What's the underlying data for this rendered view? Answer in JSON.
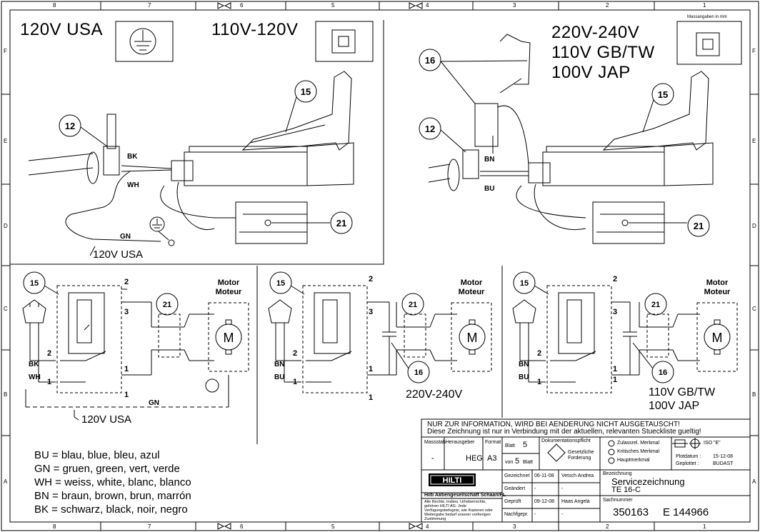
{
  "grid": {
    "columns": [
      "8",
      "7",
      "6",
      "5",
      "4",
      "3",
      "2",
      "1"
    ],
    "rows": [
      "F",
      "E",
      "D",
      "C",
      "B",
      "A"
    ]
  },
  "titles": {
    "top_left": "120V USA",
    "top_middle": "110V-120V",
    "top_right_lines": [
      "220V-240V",
      "110V GB/TW",
      "100V JAP"
    ],
    "dimension_note": "Massangaben in mm"
  },
  "callouts": {
    "switch": "15",
    "plug_clamp": "12",
    "brush_holder": "21",
    "suppressor": "16"
  },
  "wire_labels": {
    "bk": "BK",
    "wh": "WH",
    "gn": "GN",
    "bn": "BN",
    "bu": "BU"
  },
  "variant_labels": {
    "usa": "120V USA",
    "eu": "220V-240V",
    "gb_line1": "110V GB/TW",
    "gb_line2": "100V JAP"
  },
  "terminals": {
    "t2": "2",
    "t3": "3",
    "t1": "1"
  },
  "motor": {
    "label_line1": "Motor",
    "label_line2": "Moteur",
    "symbol": "M"
  },
  "legend": [
    "BU = blau, blue, bleu, azul",
    "GN = gruen, green, vert, verde",
    "WH = weiss, white, blanc, blanco",
    "BN = braun, brown, brun, marrón",
    "BK = schwarz, black, noir, negro"
  ],
  "title_block": {
    "notice_line1": "NUR ZUR INFORMATION, WIRD BEI AENDERUNG NICHT AUSGETAUSCHT!",
    "notice_line2": "Diese Zeichnung ist nur in Verbindung mit der aktuellen, relevanten Stueckliste gueltig!",
    "massstab_label": "Massstab",
    "massstab_value": "-",
    "herausgeber_label": "Herausgeber",
    "herausgeber_value": "HEG",
    "format_label": "Format",
    "format_value": "A3",
    "blatt_label": "Blatt",
    "blatt_value": "5",
    "von_label": "von",
    "von_value": "5",
    "blatt_suffix": "Blatt",
    "dok_label": "Dokumentationspflicht",
    "gesetz_label": "Gesetzliche Forderung",
    "zulassung": "Zulassrel. Merkmal",
    "kritisch": "Kritisches Merkmal",
    "haupt": "Hauptmerkmal",
    "iso": "ISO \"E\"",
    "plotdatum_label": "Plotdatum :",
    "plotdatum_value": "15-12-08",
    "geplottet_label": "Geplottet :",
    "geplottet_value": "BUDAST",
    "logo": "HILTI",
    "company": "Hilti Aktiengesellschaft Schaan/FL",
    "rights": "Alle Rechte, insbes. Urheberrechte, gehören HILTI AG. Jede Verfügungsbefugnis, wie Kopieren oder Weitergabe bedarf unserer vorherigen Zustimmung",
    "rows": [
      {
        "label": "Gezeichnet",
        "date": "06-11-08",
        "name": "Vetsch Andrea"
      },
      {
        "label": "Geändert",
        "date": "-",
        "name": "-"
      },
      {
        "label": "Geprüft",
        "date": "09-12-08",
        "name": "Haas Angela"
      },
      {
        "label": "Nachfgepr.",
        "date": "-",
        "name": "-"
      }
    ],
    "bezeichnung_label": "Bezeichnung",
    "bezeichnung_value": "Servicezeichnung",
    "product": "TE 16-C",
    "sachnummer_label": "Sachnummer",
    "sachnummer": "350163",
    "revision": "E 144966"
  }
}
